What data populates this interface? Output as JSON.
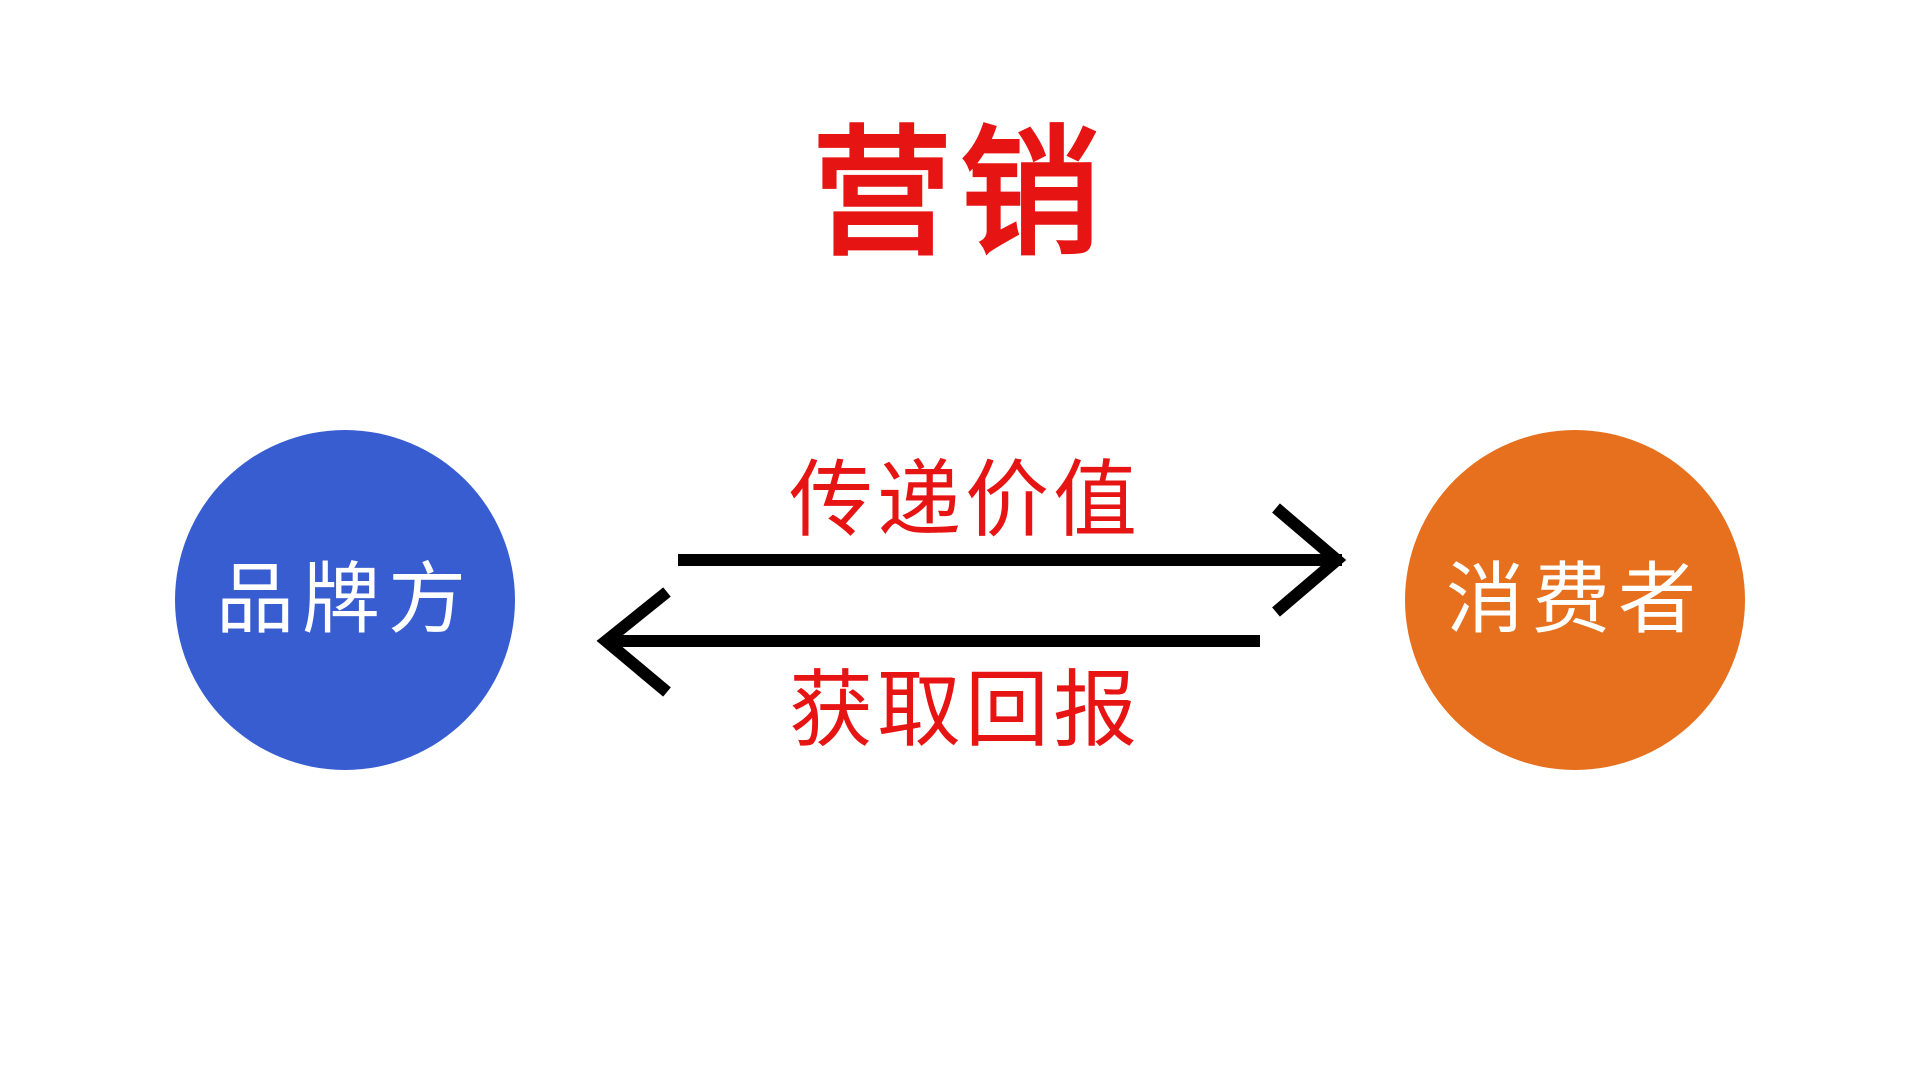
{
  "title": "营销",
  "nodes": {
    "brand": {
      "label": "品牌方"
    },
    "consumer": {
      "label": "消费者"
    }
  },
  "flows": {
    "to_consumer": {
      "label": "传递价值"
    },
    "to_brand": {
      "label": "获取回报"
    }
  },
  "colors": {
    "accent": "#e71414",
    "brand_circle": "#385dd1",
    "consumer_circle": "#e6701e",
    "arrow": "#000000",
    "background": "#ffffff",
    "node_text": "#ffffff"
  }
}
